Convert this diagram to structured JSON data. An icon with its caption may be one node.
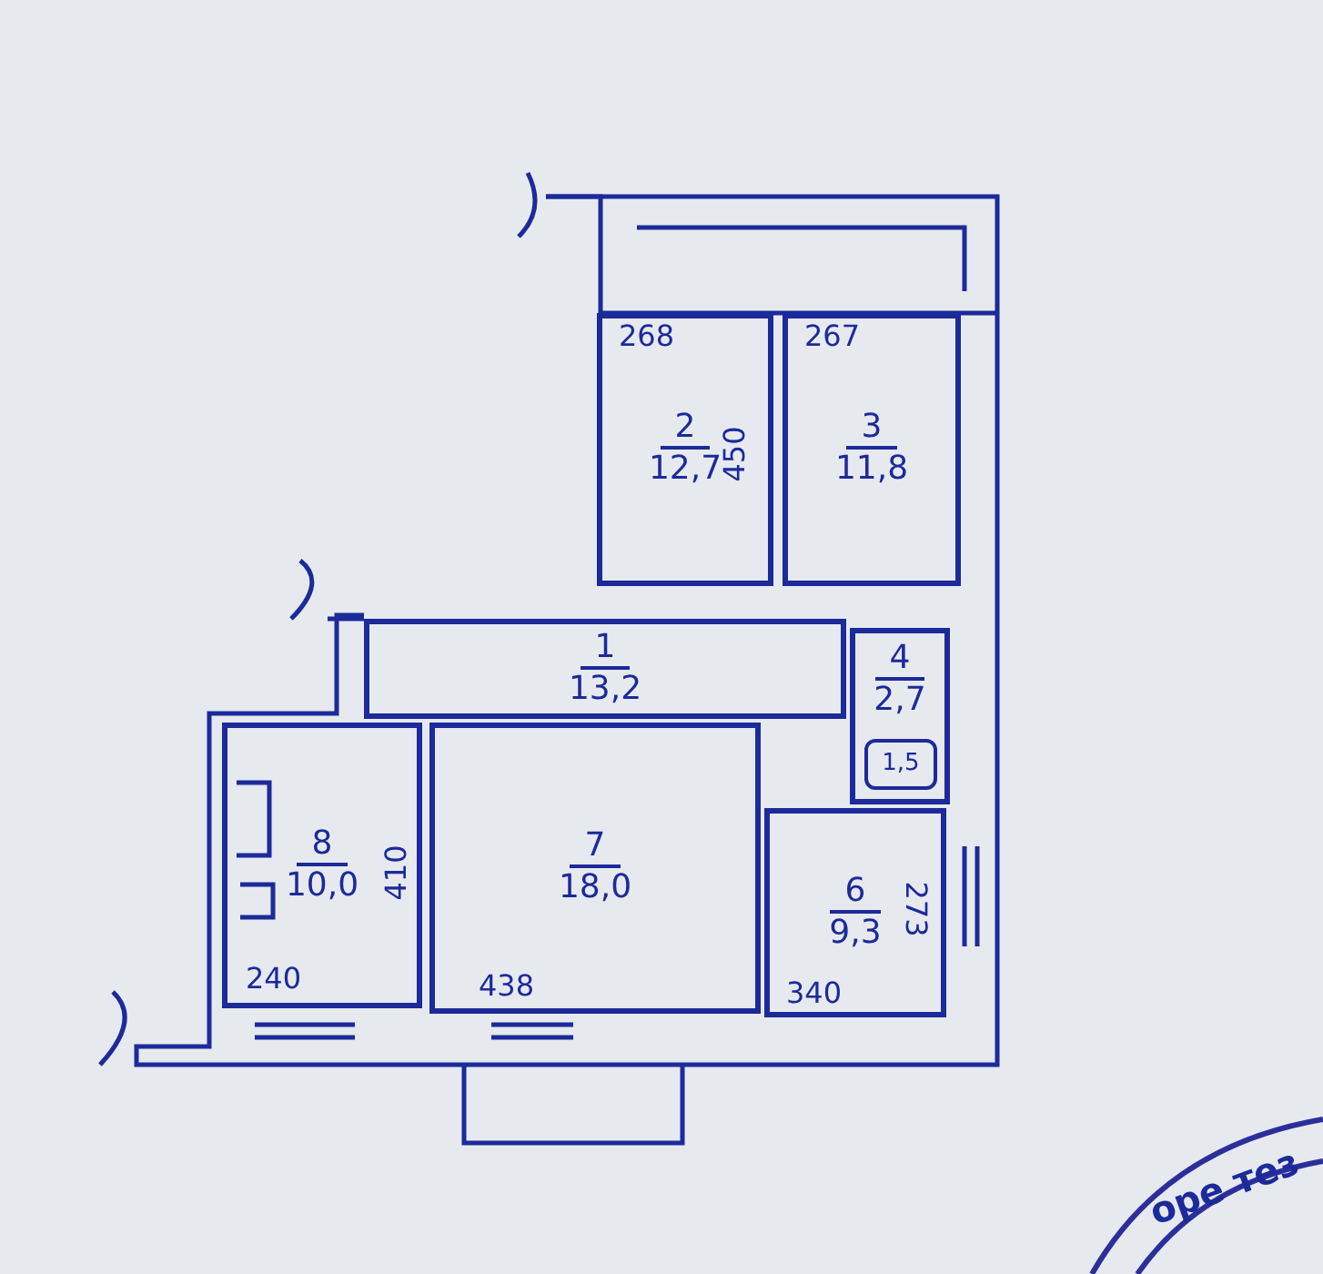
{
  "diagram": {
    "nodes": [
      {
        "text": [
          "2",
          "12,7"
        ]
      },
      {
        "text": [
          "3",
          "11,8"
        ]
      },
      {
        "text": [
          "1",
          "13,2"
        ]
      },
      {
        "text": [
          "4",
          "2,7"
        ]
      },
      {
        "text": [
          "1,5"
        ],
        "in": 3
      },
      {
        "text": [
          "8",
          "10,0"
        ]
      },
      {
        "text": [
          "7",
          "18,0"
        ]
      },
      {
        "text": [
          "6",
          "9,3"
        ]
      }
    ],
    "edges": [],
    "labels": [
      "268",
      "267",
      "450",
      "410",
      "240",
      "438",
      "340",
      "273",
      "оре тез"
    ]
  }
}
